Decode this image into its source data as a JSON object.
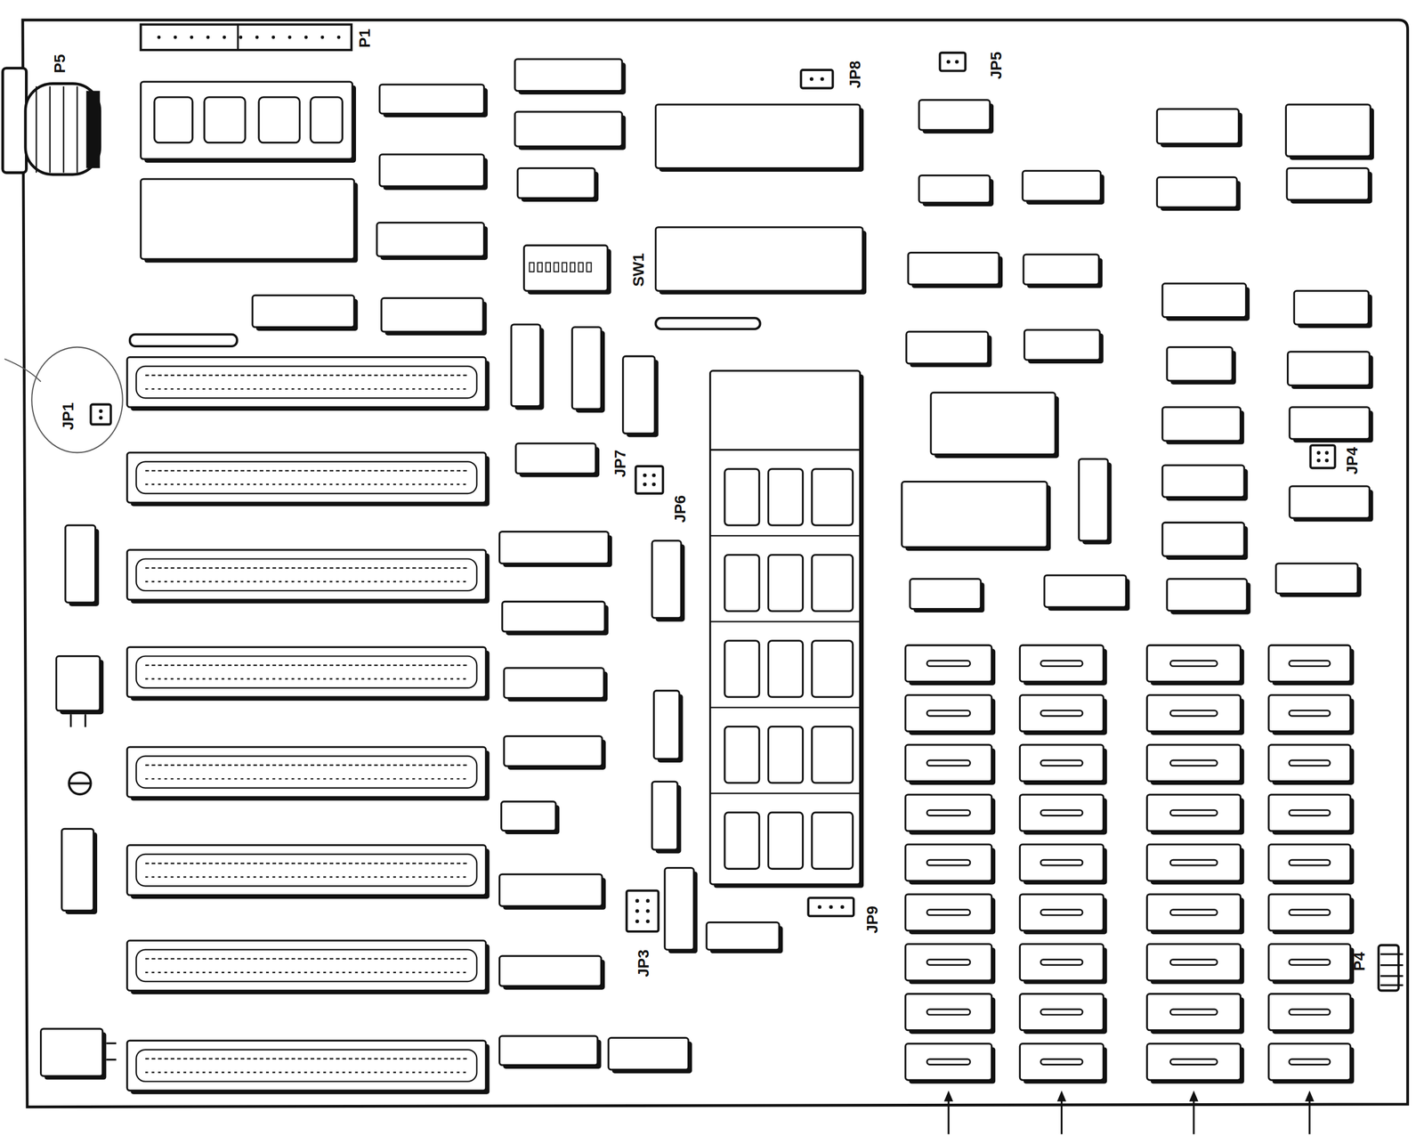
{
  "diagram": {
    "labels": [
      "P5",
      "P1",
      "JP8",
      "JP5",
      "SW1",
      "JP1",
      "JP7",
      "JP6",
      "JP4",
      "JP9",
      "JP3",
      "P4"
    ]
  }
}
